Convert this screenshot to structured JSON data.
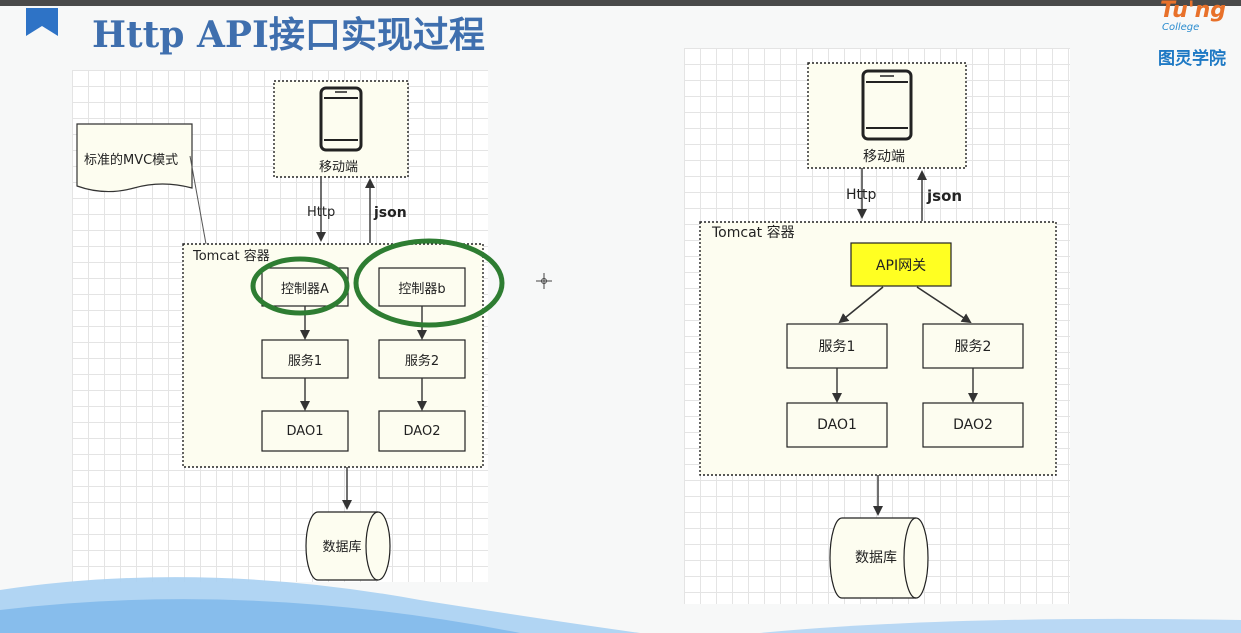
{
  "slide": {
    "title": "Http API接口实现过程"
  },
  "logo": {
    "main": "Tu'ng",
    "sub": "College",
    "cn": "图灵学院"
  },
  "left": {
    "note": "标准的MVC模式",
    "mobile": "移动端",
    "http": "Http",
    "json": "json",
    "container": "Tomcat 容器",
    "controller_a": "控制器A",
    "controller_b": "控制器b",
    "service1": "服务1",
    "service2": "服务2",
    "dao1": "DAO1",
    "dao2": "DAO2",
    "database": "数据库"
  },
  "right": {
    "mobile": "移动端",
    "http": "Http",
    "json": "json",
    "container": "Tomcat 容器",
    "gateway": "API网关",
    "service1": "服务1",
    "service2": "服务2",
    "dao1": "DAO1",
    "dao2": "DAO2",
    "database": "数据库"
  },
  "colors": {
    "title": "#3f6fae",
    "highlight_ring": "#2e7d32",
    "gateway_fill": "#ffff22",
    "node_fill": "#fdfdf0"
  }
}
